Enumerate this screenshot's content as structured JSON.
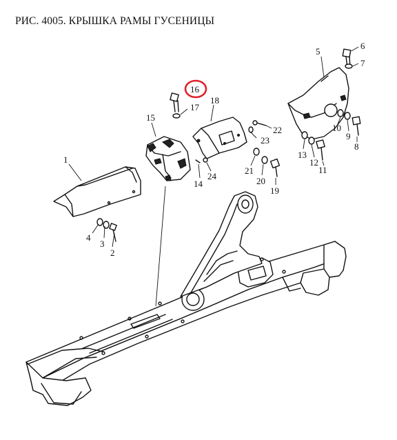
{
  "title": "РИС. 4005. КРЫШКА РАМЫ ГУСЕНИЦЫ",
  "highlight_color": "#e0202a",
  "highlighted_callout": "16",
  "callouts": [
    "1",
    "2",
    "3",
    "4",
    "5",
    "6",
    "7",
    "8",
    "9",
    "10",
    "11",
    "12",
    "13",
    "14",
    "15",
    "16",
    "17",
    "18",
    "19",
    "20",
    "21",
    "22",
    "23",
    "24"
  ],
  "components": {
    "track_frame": "track-frame",
    "cover_1": "cover-1",
    "cover_5": "cover-5",
    "bracket_15": "bracket-15",
    "cover_18": "cover-18"
  }
}
